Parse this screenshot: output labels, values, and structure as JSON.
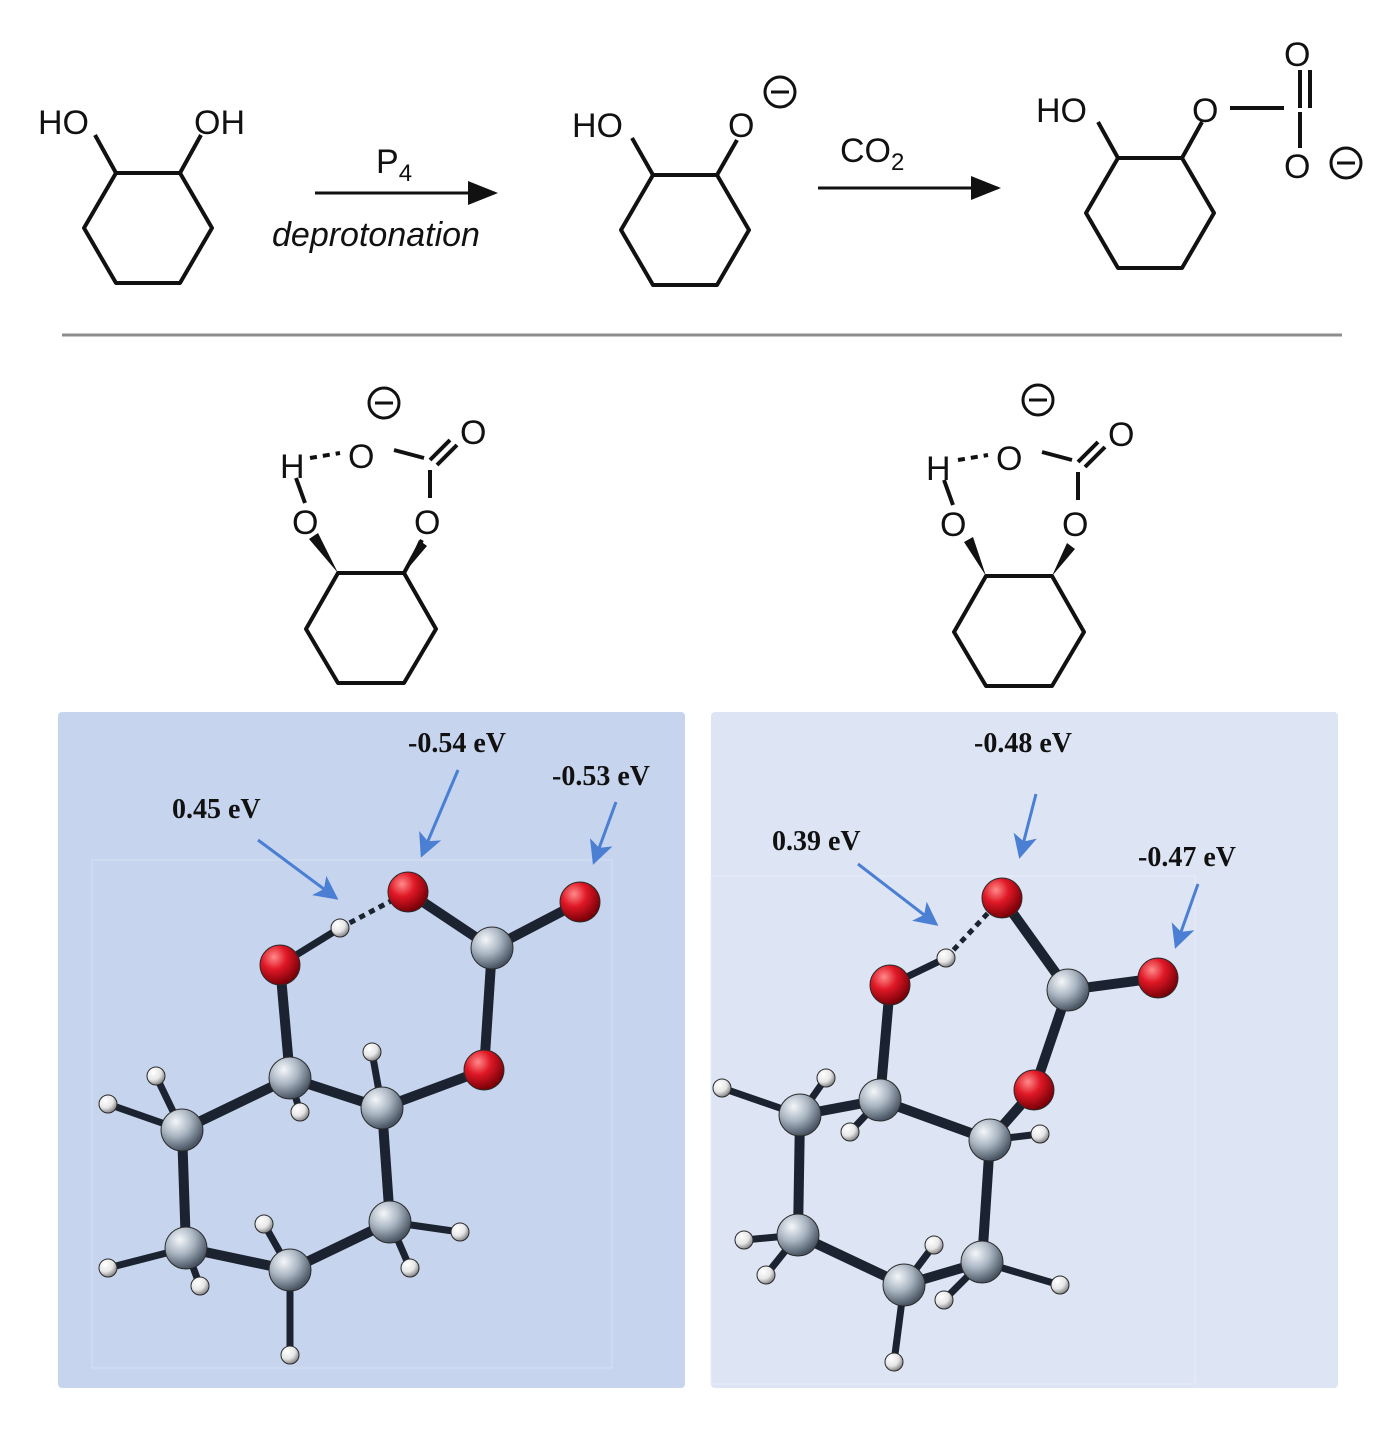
{
  "scheme": {
    "reactant": {
      "oh_left": "HO",
      "oh_right": "OH"
    },
    "step1": {
      "reagent": "P",
      "reagent_sub": "4",
      "condition": "deprotonation"
    },
    "intermediate": {
      "ho": "HO",
      "o": "O",
      "charge": "⊖"
    },
    "step2": {
      "reagent": "CO",
      "reagent_sub": "2"
    },
    "product": {
      "ho": "HO",
      "o_link": "O",
      "o_double": "O",
      "o_minus": "O",
      "charge": "⊖"
    }
  },
  "structures": {
    "left": {
      "h": "H",
      "o_top": "O",
      "o_double": "O",
      "o_ring_left": "O",
      "o_ring_right": "O",
      "charge": "⊖"
    },
    "right": {
      "h": "H",
      "o_top": "O",
      "o_double": "O",
      "o_ring_left": "O",
      "o_ring_right": "O",
      "charge": "⊖"
    }
  },
  "panels": {
    "left": {
      "bg": "#c6d4ee",
      "labels": {
        "hbond_h": "0.45 eV",
        "carbonate_o": "-0.54 eV",
        "terminal_o": "-0.53 eV"
      }
    },
    "right": {
      "bg": "#dde4f4",
      "labels": {
        "hbond_h": "0.39 eV",
        "carbonate_o": "-0.48 eV",
        "terminal_o": "-0.47 eV"
      }
    }
  },
  "colors": {
    "oxygen": "#d81020",
    "carbon": "#a9b4c0",
    "hydrogen": "#f2f2f2",
    "bond": "#1b2230",
    "arrow": "#4a7fd4"
  }
}
